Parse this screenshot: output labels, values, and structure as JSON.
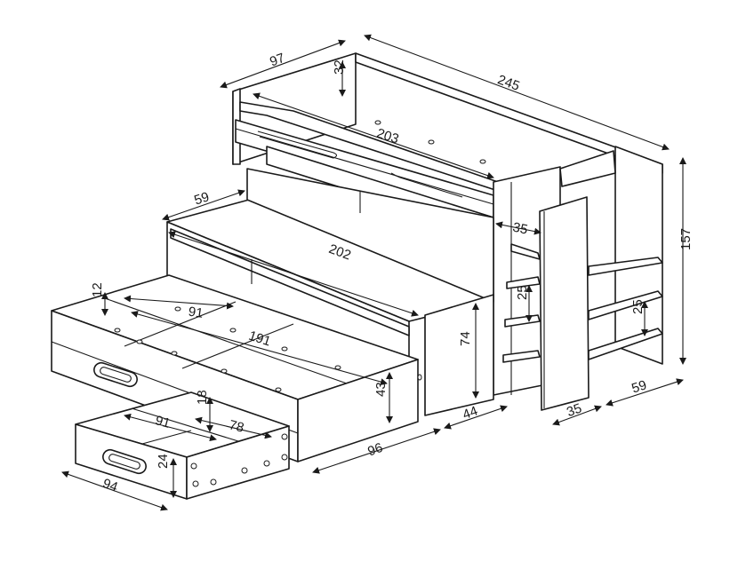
{
  "dimensions": {
    "top_depth": "97",
    "top_length": "245",
    "guard_height": "32",
    "inner_length_top": "203",
    "mid_depth": "59",
    "mid_length": "202",
    "total_height": "157",
    "column_width": "35",
    "shelf_spacing_left": "25",
    "shelf_spacing_right": "25",
    "drawer_height_left": "12",
    "drawer_inner_width": "91",
    "drawer_length": "191",
    "bottom_height": "43",
    "cabinet_height": "74",
    "bottom_length": "96",
    "cabinet_width": "44",
    "shelf_unit_width": "35",
    "shelf_unit_depth": "59",
    "small_drawer_width": "91",
    "small_drawer_inner_height": "18",
    "small_drawer_depth": "78",
    "small_drawer_height": "24",
    "small_drawer_length": "94"
  }
}
